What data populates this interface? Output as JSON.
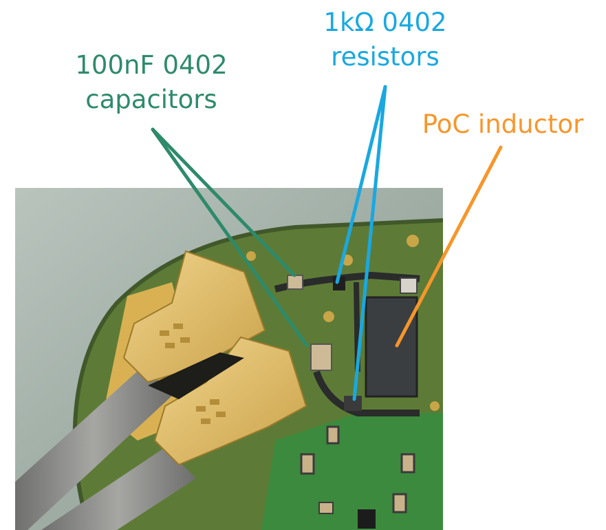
{
  "annotations": {
    "capacitors": {
      "line1": "100nF 0402",
      "line2": "capacitors",
      "color": "#2e8a6a"
    },
    "resistors": {
      "line1": "1kΩ 0402",
      "line2": "resistors",
      "color": "#1aa8e0"
    },
    "inductor": {
      "line1": "PoC inductor",
      "color": "#f7962b"
    }
  },
  "photo": {
    "subject": "pcb-closeup",
    "colors": {
      "backdrop": "#aab7b0",
      "board": "#5c7c35",
      "pads": "#d4af4f",
      "connector": "#e3c473",
      "cable": "#8a8a88",
      "inductor": "#3a3d3f",
      "soldermask": "#3f8a3a"
    }
  }
}
